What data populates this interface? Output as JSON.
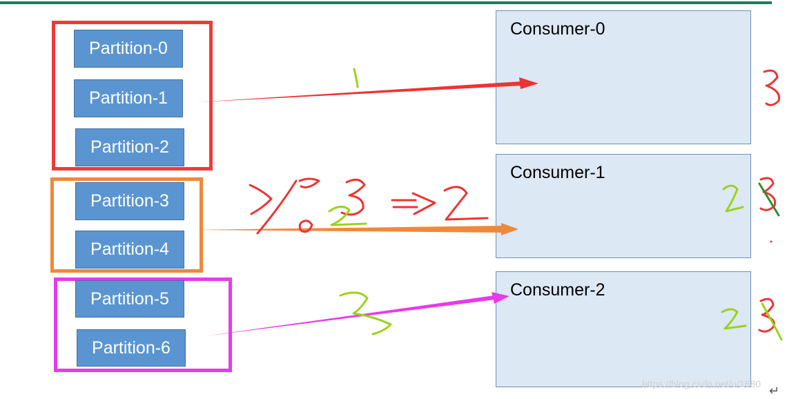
{
  "partitions": [
    {
      "label": "Partition-0"
    },
    {
      "label": "Partition-1"
    },
    {
      "label": "Partition-2"
    },
    {
      "label": "Partition-3"
    },
    {
      "label": "Partition-4"
    },
    {
      "label": "Partition-5"
    },
    {
      "label": "Partition-6"
    }
  ],
  "consumers": [
    {
      "label": "Consumer-0"
    },
    {
      "label": "Consumer-1"
    },
    {
      "label": "Consumer-2"
    }
  ],
  "group_colors": {
    "group_0": "#f03a3a",
    "group_1": "#f0883a",
    "group_2": "#e83ae8"
  },
  "handwriting_colors": {
    "red": "#ee3333",
    "green": "#9bd21a",
    "dark_green": "#2e8a2e"
  },
  "watermark": "https://blog.csdn.net/u/1680",
  "return_symbol": "↵"
}
